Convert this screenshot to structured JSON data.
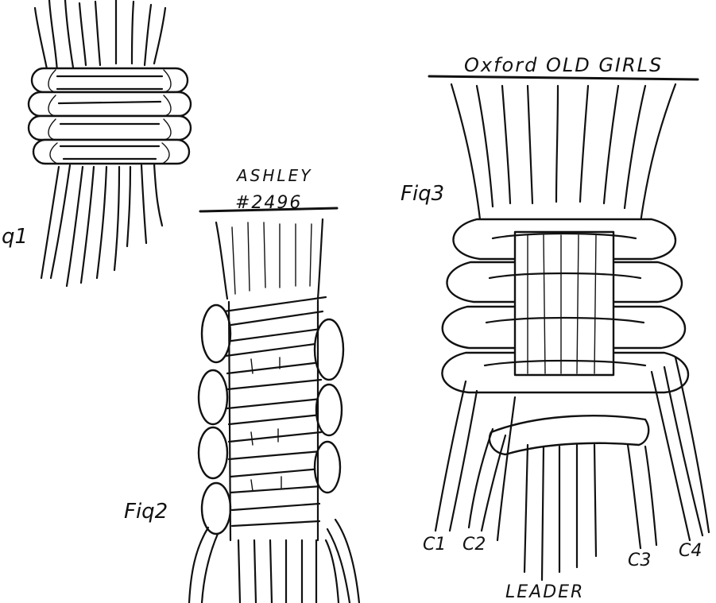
{
  "figures": {
    "fig1": {
      "label": "q1"
    },
    "fig2": {
      "label": "Fiq2",
      "caption_line1": "ASHLEY",
      "caption_line2": "#2496"
    },
    "fig3": {
      "label": "Fiq3",
      "caption": "Oxford OLD GIRLS",
      "cord_labels": [
        "C1",
        "C2",
        "C3",
        "C4"
      ],
      "leader_label": "LEADER"
    }
  },
  "colors": {
    "ink": "#111111",
    "paper": "#ffffff"
  }
}
